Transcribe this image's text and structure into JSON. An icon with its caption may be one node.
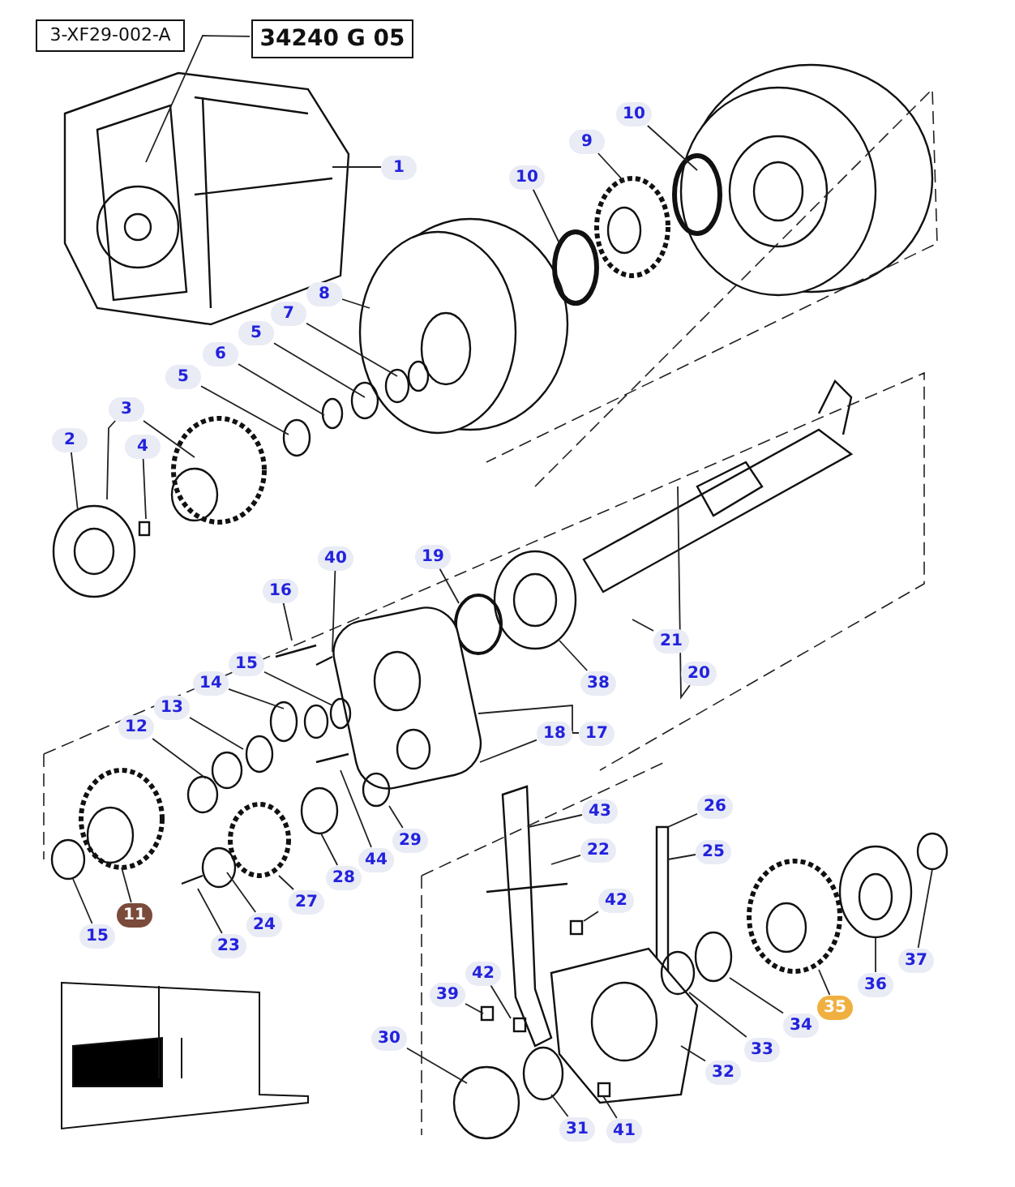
{
  "diagram": {
    "nodes": [
      {
        "text": [
          "3-XF29-002-A"
        ]
      },
      {
        "text": [
          "34240 G 05"
        ]
      },
      {
        "text": [
          "1"
        ]
      },
      {
        "text": [
          "10"
        ]
      },
      {
        "text": [
          "10"
        ]
      },
      {
        "text": [
          "9"
        ]
      },
      {
        "text": [
          "8"
        ]
      },
      {
        "text": [
          "7"
        ]
      },
      {
        "text": [
          "5"
        ]
      },
      {
        "text": [
          "6"
        ]
      },
      {
        "text": [
          "5"
        ]
      },
      {
        "text": [
          "3"
        ]
      },
      {
        "text": [
          "2"
        ]
      },
      {
        "text": [
          "4"
        ]
      },
      {
        "text": [
          "40"
        ]
      },
      {
        "text": [
          "19"
        ]
      },
      {
        "text": [
          "16"
        ]
      },
      {
        "text": [
          "15"
        ]
      },
      {
        "text": [
          "14"
        ]
      },
      {
        "text": [
          "13"
        ]
      },
      {
        "text": [
          "12"
        ]
      },
      {
        "text": [
          "18"
        ]
      },
      {
        "text": [
          "17"
        ]
      },
      {
        "text": [
          "21"
        ]
      },
      {
        "text": [
          "20"
        ]
      },
      {
        "text": [
          "38"
        ]
      },
      {
        "text": [
          "29"
        ]
      },
      {
        "text": [
          "44"
        ]
      },
      {
        "text": [
          "28"
        ]
      },
      {
        "text": [
          "27"
        ]
      },
      {
        "text": [
          "24"
        ]
      },
      {
        "text": [
          "23"
        ]
      },
      {
        "text": [
          "11"
        ]
      },
      {
        "text": [
          "15"
        ]
      },
      {
        "text": [
          "43"
        ]
      },
      {
        "text": [
          "22"
        ]
      },
      {
        "text": [
          "26"
        ]
      },
      {
        "text": [
          "25"
        ]
      },
      {
        "text": [
          "42"
        ]
      },
      {
        "text": [
          "42"
        ]
      },
      {
        "text": [
          "39"
        ]
      },
      {
        "text": [
          "30"
        ]
      },
      {
        "text": [
          "37"
        ]
      },
      {
        "text": [
          "36"
        ]
      },
      {
        "text": [
          "35"
        ]
      },
      {
        "text": [
          "34"
        ]
      },
      {
        "text": [
          "33"
        ]
      },
      {
        "text": [
          "32"
        ]
      },
      {
        "text": [
          "31"
        ]
      },
      {
        "text": [
          "41"
        ]
      }
    ],
    "edges": [
      {
        "from": 1,
        "to": null,
        "arrow": "none"
      },
      {
        "from": 2,
        "to": null,
        "arrow": "none"
      },
      {
        "from": 3,
        "to": null,
        "arrow": "none"
      },
      {
        "from": 4,
        "to": null,
        "arrow": "none"
      },
      {
        "from": 5,
        "to": null,
        "arrow": "none"
      },
      {
        "from": 6,
        "to": null,
        "arrow": "none"
      },
      {
        "from": 7,
        "to": null,
        "arrow": "none"
      },
      {
        "from": 8,
        "to": null,
        "arrow": "none"
      },
      {
        "from": 9,
        "to": null,
        "arrow": "none"
      },
      {
        "from": 10,
        "to": null,
        "arrow": "none"
      },
      {
        "from": 11,
        "to": null,
        "arrow": "none"
      },
      {
        "from": 11,
        "to": null,
        "arrow": "none"
      },
      {
        "from": 12,
        "to": null,
        "arrow": "none"
      },
      {
        "from": 13,
        "to": null,
        "arrow": "none"
      },
      {
        "from": 14,
        "to": null,
        "arrow": "none"
      },
      {
        "from": 15,
        "to": null,
        "arrow": "none"
      },
      {
        "from": 16,
        "to": null,
        "arrow": "none"
      },
      {
        "from": 17,
        "to": null,
        "arrow": "none"
      },
      {
        "from": 18,
        "to": null,
        "arrow": "none"
      },
      {
        "from": 19,
        "to": null,
        "arrow": "none"
      },
      {
        "from": 20,
        "to": null,
        "arrow": "none"
      },
      {
        "from": 21,
        "to": null,
        "arrow": "none"
      },
      {
        "from": 22,
        "to": null,
        "arrow": "none"
      },
      {
        "from": 23,
        "to": null,
        "arrow": "none"
      },
      {
        "from": 24,
        "to": null,
        "arrow": "none"
      },
      {
        "from": 25,
        "to": null,
        "arrow": "none"
      },
      {
        "from": 26,
        "to": null,
        "arrow": "none"
      },
      {
        "from": 27,
        "to": null,
        "arrow": "none"
      },
      {
        "from": 28,
        "to": null,
        "arrow": "none"
      },
      {
        "from": 29,
        "to": null,
        "arrow": "none"
      },
      {
        "from": 30,
        "to": null,
        "arrow": "none"
      },
      {
        "from": 31,
        "to": null,
        "arrow": "none"
      },
      {
        "from": 32,
        "to": null,
        "arrow": "none"
      },
      {
        "from": 33,
        "to": null,
        "arrow": "none"
      },
      {
        "from": 34,
        "to": null,
        "arrow": "none"
      },
      {
        "from": 35,
        "to": null,
        "arrow": "none"
      },
      {
        "from": 36,
        "to": null,
        "arrow": "none"
      },
      {
        "from": 37,
        "to": null,
        "arrow": "none"
      },
      {
        "from": 38,
        "to": null,
        "arrow": "none"
      },
      {
        "from": 39,
        "to": null,
        "arrow": "none"
      },
      {
        "from": 40,
        "to": null,
        "arrow": "none"
      },
      {
        "from": 41,
        "to": null,
        "arrow": "none"
      },
      {
        "from": 42,
        "to": null,
        "arrow": "none"
      },
      {
        "from": 43,
        "to": null,
        "arrow": "none"
      },
      {
        "from": 44,
        "to": null,
        "arrow": "none"
      },
      {
        "from": 45,
        "to": null,
        "arrow": "none"
      },
      {
        "from": 46,
        "to": null,
        "arrow": "none"
      },
      {
        "from": 47,
        "to": null,
        "arrow": "none"
      },
      {
        "from": 48,
        "to": null,
        "arrow": "none"
      },
      {
        "from": 49,
        "to": null,
        "arrow": "none"
      }
    ]
  }
}
